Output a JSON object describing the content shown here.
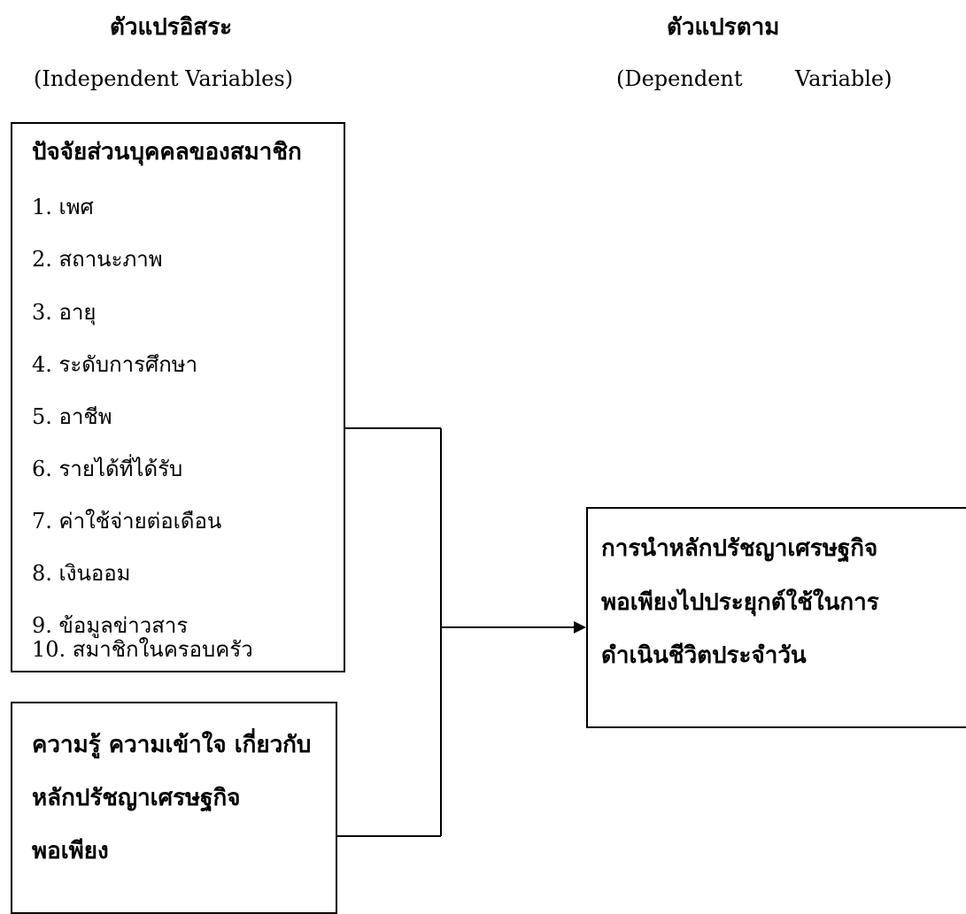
{
  "independent": {
    "title": "ตัวแปรอิสระ",
    "subtitle": "(Independent  Variables)"
  },
  "dependent": {
    "title": "ตัวแปรตาม",
    "subtitle_left": "(Dependent",
    "subtitle_right": "Variable)"
  },
  "personal_factors": {
    "title": "ปัจจัยส่วนบุคคลของสมาชิก",
    "items": [
      "1. เพศ",
      "2. สถานะภาพ",
      "3. อายุ",
      "4. ระดับการศึกษา",
      "5. อาชีพ",
      "6. รายได้ที่ได้รับ",
      "7. ค่าใช้จ่ายต่อเดือน",
      "8. เงินออม",
      "9. ข้อมูลข่าวสาร",
      "10. สมาชิกในครอบครัว"
    ]
  },
  "knowledge": {
    "lines": [
      "ความรู้  ความเข้าใจ  เกี่ยวกับ",
      "หลักปรัชญาเศรษฐกิจ",
      "พอเพียง"
    ]
  },
  "outcome": {
    "lines": [
      "การนำหลักปรัชญาเศรษฐกิจ",
      "พอเพียงไปประยุกต์ใช้ในการ",
      "ดำเนินชีวิตประจำวัน"
    ]
  }
}
